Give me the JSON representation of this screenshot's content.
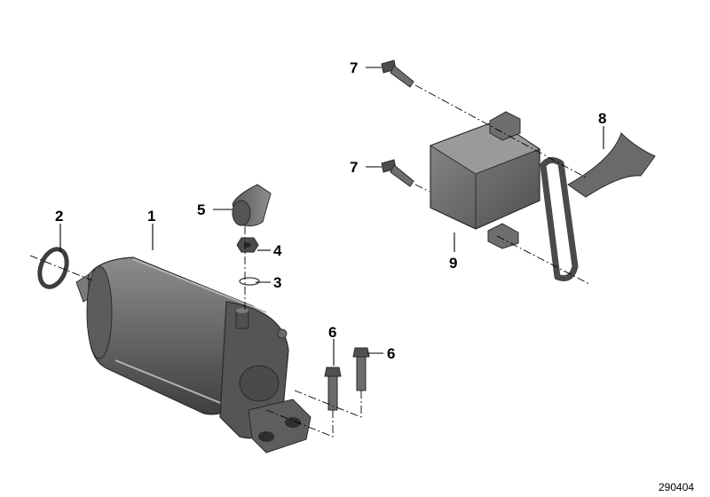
{
  "diagram": {
    "callouts": {
      "p1": "1",
      "p2": "2",
      "p3": "3",
      "p4": "4",
      "p5": "5",
      "p6a": "6",
      "p6b": "6",
      "p7a": "7",
      "p7b": "7",
      "p8": "8",
      "p9": "9"
    },
    "figure_number": "290404"
  },
  "colors": {
    "part_dark": "#4a4a4c",
    "part_mid": "#6b6b6e",
    "part_light": "#8e8e91",
    "line": "#000000",
    "background": "#ffffff"
  }
}
